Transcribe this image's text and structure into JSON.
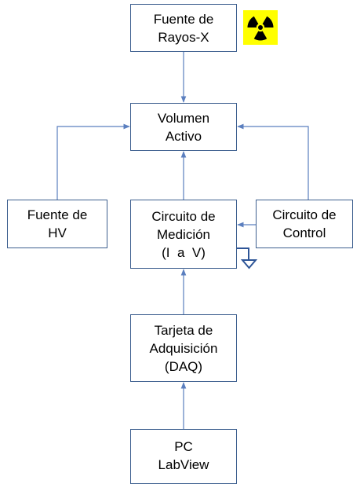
{
  "diagram": {
    "xray_source": {
      "line1": "Fuente de",
      "line2": "Rayos-X"
    },
    "active_volume": {
      "line1": "Volumen",
      "line2": "Activo"
    },
    "hv_source": {
      "line1": "Fuente de",
      "line2": "HV"
    },
    "measurement_circuit": {
      "line1": "Circuito de",
      "line2": "Medición",
      "line3": "(I  a  V)"
    },
    "control_circuit": {
      "line1": "Circuito de",
      "line2": "Control"
    },
    "daq_card": {
      "line1": "Tarjeta de",
      "line2": "Adquisición",
      "line3": "(DAQ)"
    },
    "pc": {
      "line1": "PC",
      "line2": "LabView"
    },
    "radiation_icon": "radiation-trefoil-icon",
    "ground_icon": "ground-symbol-icon"
  },
  "colors": {
    "connector": "#5b7fbf",
    "box_border": "#3d5f8f",
    "ground": "#2e5597",
    "radiation_bg": "#ffff00",
    "radiation_symbol": "#000000"
  }
}
